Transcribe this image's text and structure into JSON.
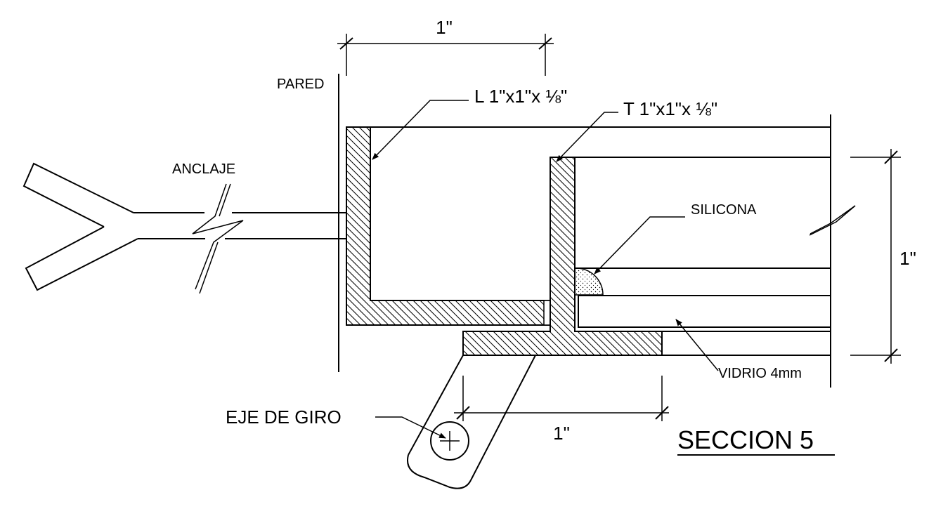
{
  "labels": {
    "dim_top": "1\"",
    "dim_right": "1\"",
    "dim_bottom": "1\"",
    "pared": "PARED",
    "angle_profile": "L 1\"x1\"x ⅛\"",
    "tee_profile": "T  1\"x1\"x ⅛\"",
    "anclaje": "ANCLAJE",
    "silicona": "SILICONA",
    "vidrio": "VIDRIO 4mm",
    "eje_de_giro": "EJE DE GIRO",
    "section_title": "SECCION  5"
  },
  "colors": {
    "ink": "#000000",
    "background": "#ffffff"
  }
}
